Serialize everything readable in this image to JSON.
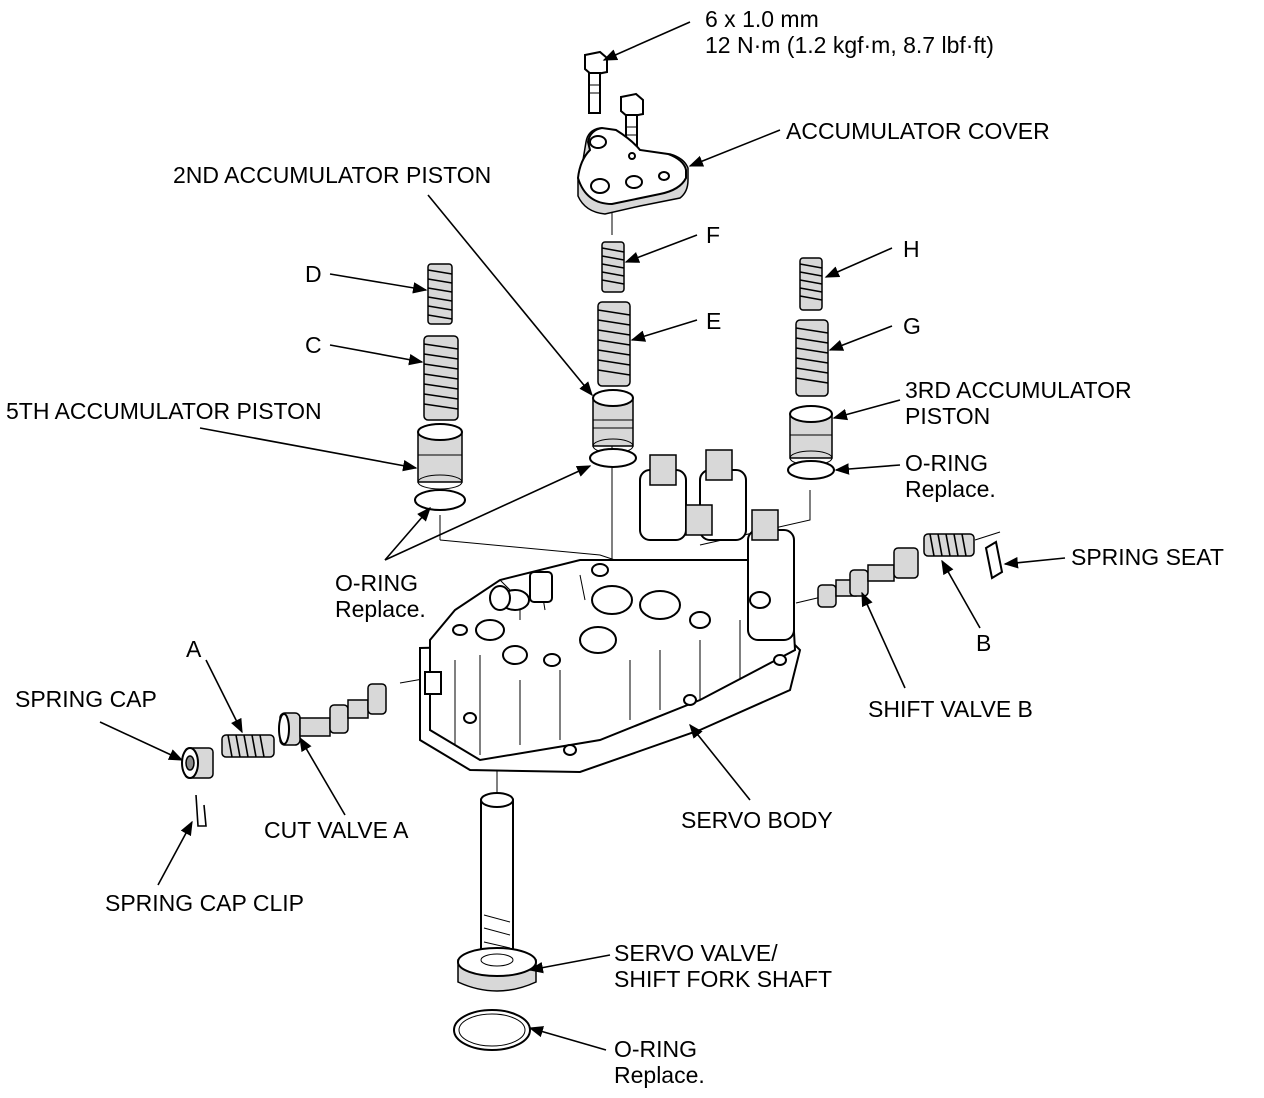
{
  "labels": {
    "bolt_size": "6 x 1.0 mm",
    "bolt_torque": "12 N·m (1.2 kgf·m, 8.7 lbf·ft)",
    "accumulator_cover": "ACCUMULATOR COVER",
    "second_accumulator_piston": "2ND ACCUMULATOR PISTON",
    "spring_f": "F",
    "spring_d": "D",
    "spring_h": "H",
    "spring_e": "E",
    "spring_c": "C",
    "spring_g": "G",
    "third_accumulator_piston_line1": "3RD ACCUMULATOR",
    "third_accumulator_piston_line2": "PISTON",
    "fifth_accumulator_piston": "5TH ACCUMULATOR PISTON",
    "o_ring_right": "O-RING",
    "o_ring_right_note": "Replace.",
    "spring_seat": "SPRING SEAT",
    "o_ring_left": "O-RING",
    "o_ring_left_note": "Replace.",
    "spring_b": "B",
    "spring_a": "A",
    "spring_cap": "SPRING CAP",
    "shift_valve_b": "SHIFT VALVE B",
    "cut_valve_a": "CUT VALVE A",
    "servo_body": "SERVO BODY",
    "spring_cap_clip": "SPRING CAP CLIP",
    "servo_valve_line1": "SERVO VALVE/",
    "servo_valve_line2": "SHIFT FORK SHAFT",
    "o_ring_bottom": "O-RING",
    "o_ring_bottom_note": "Replace."
  }
}
